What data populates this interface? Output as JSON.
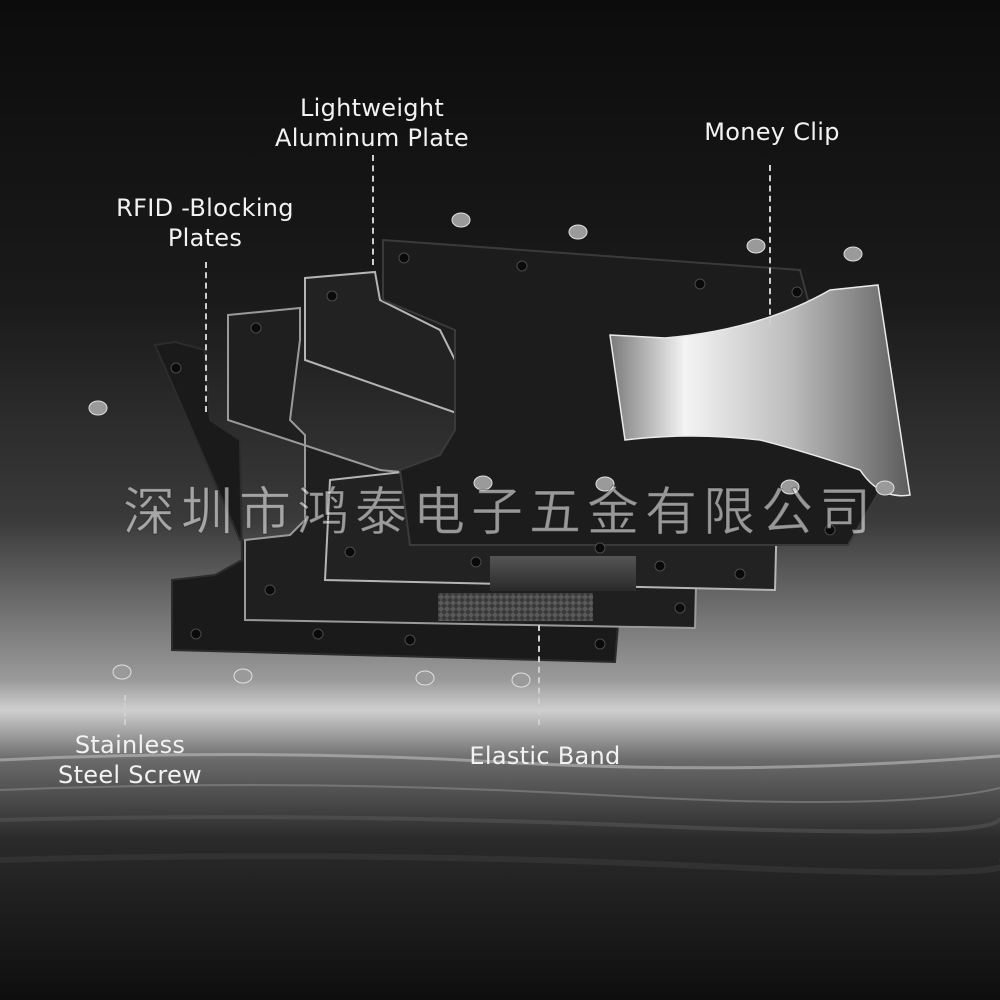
{
  "labels": {
    "aluminum_plate": [
      "Lightweight",
      "Aluminum Plate"
    ],
    "money_clip": "Money Clip",
    "rfid_plates": [
      "RFID -Blocking",
      "Plates"
    ],
    "screw": [
      "Stainless",
      "Steel Screw"
    ],
    "elastic_band": "Elastic Band"
  },
  "watermark": "深圳市鸿泰电子五金有限公司",
  "colors": {
    "label_text": "#f2f2f2",
    "plate": "#1b1b1b",
    "clip": "#d8d8d8"
  }
}
